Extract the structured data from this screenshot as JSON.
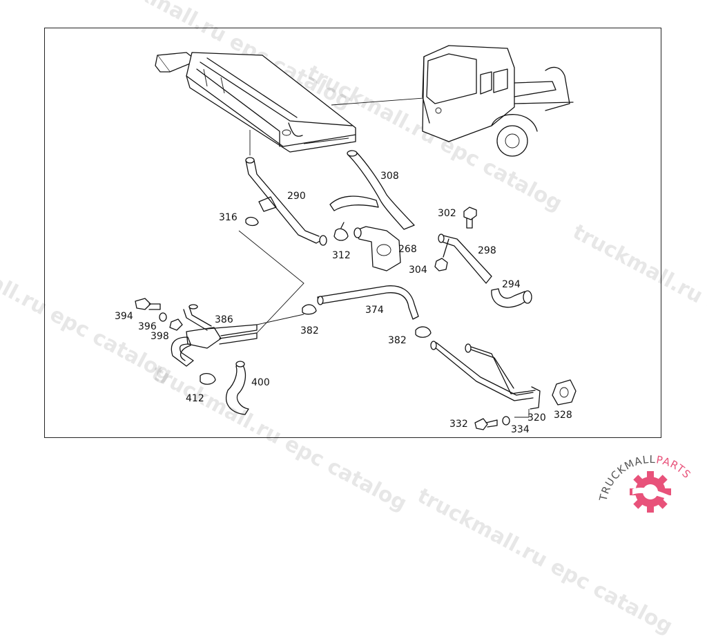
{
  "watermark": "truckmall.ru epc catalog",
  "brand": {
    "part1": "TRUCKMALL",
    "part2": "PARTS",
    "color_dark": "#555555",
    "color_accent": "#e8527a"
  },
  "labels": {
    "l290": "290",
    "l308": "308",
    "l316": "316",
    "l312": "312",
    "l268": "268",
    "l302": "302",
    "l298": "298",
    "l304": "304",
    "l294": "294",
    "l374": "374",
    "l382a": "382",
    "l382b": "382",
    "l386": "386",
    "l394": "394",
    "l396": "396",
    "l398": "398",
    "l400": "400",
    "l412": "412",
    "l332": "332",
    "l334": "334",
    "l320": "320",
    "l328": "328"
  }
}
